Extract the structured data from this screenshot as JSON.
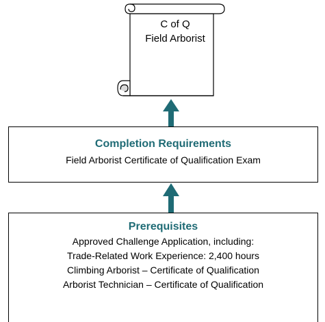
{
  "certificate": {
    "line1": "C of Q",
    "line2": "Field Arborist"
  },
  "completion": {
    "title": "Completion Requirements",
    "line": "Field Arborist Certificate of Qualification Exam"
  },
  "prerequisites": {
    "title": "Prerequisites",
    "lines": [
      "Approved Challenge Application, including:",
      "Trade-Related Work Experience: 2,400 hours",
      "Climbing Arborist – Certificate of Qualification",
      "Arborist Technician – Certificate of Qualification"
    ]
  },
  "colors": {
    "accent": "#1f6b75",
    "arrow": "#1f6b75"
  }
}
